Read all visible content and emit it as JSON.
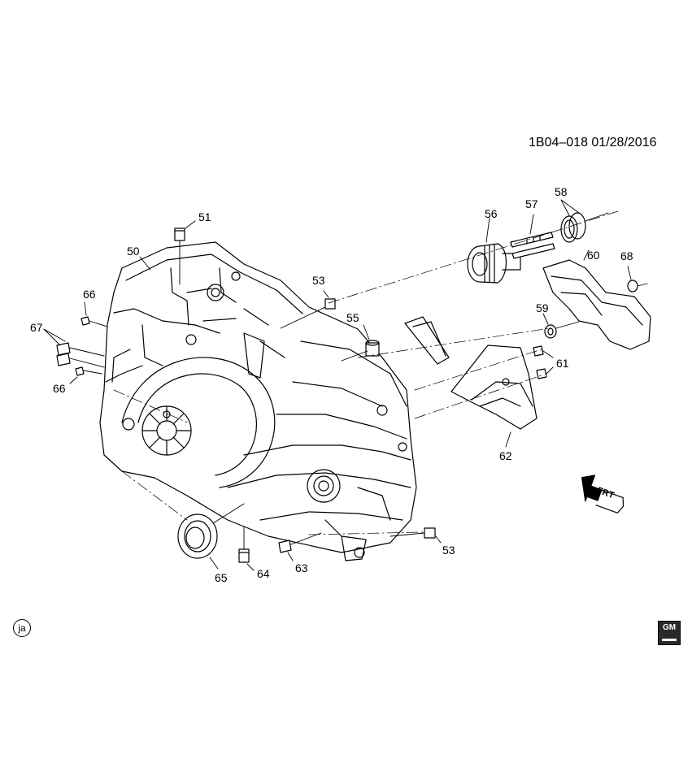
{
  "diagram_code": "1B04–018  01/28/2016",
  "badge": "ja",
  "logo": "GM",
  "front_arrow_label": "FRT",
  "callouts": {
    "c50": "50",
    "c51": "51",
    "c53a": "53",
    "c53b": "53",
    "c55": "55",
    "c56": "56",
    "c57": "57",
    "c58": "58",
    "c59": "59",
    "c60": "60",
    "c61": "61",
    "c62": "62",
    "c63": "63",
    "c64": "64",
    "c65": "65",
    "c66a": "66",
    "c66b": "66",
    "c67": "67",
    "c68": "68"
  }
}
